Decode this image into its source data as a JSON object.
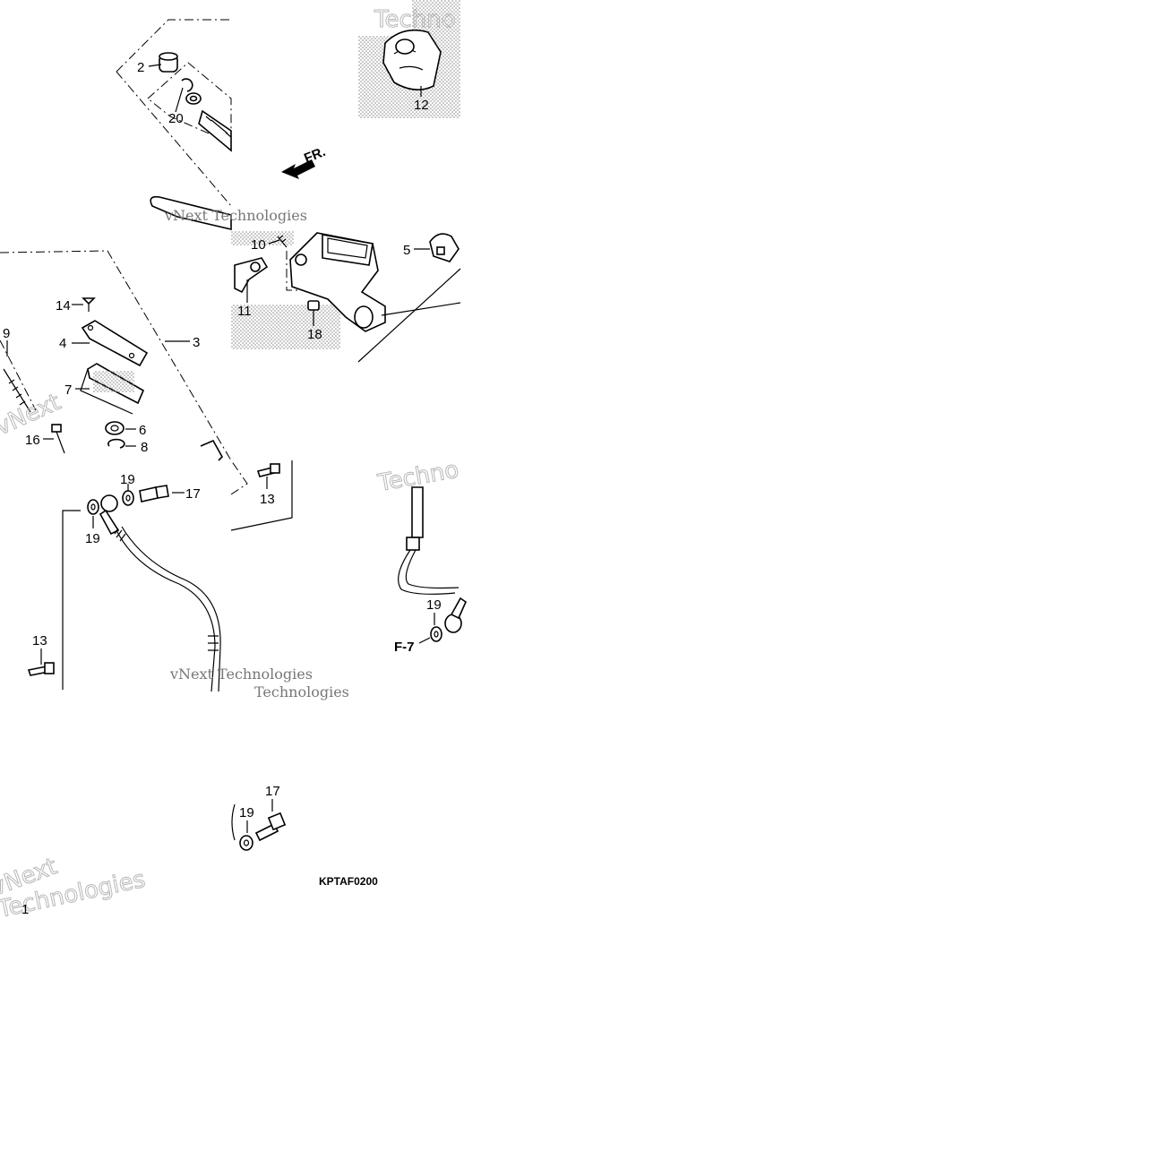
{
  "diagram": {
    "drawing_code": "KPTAF0200",
    "front_marker": "FR.",
    "figure_reference": "F-7",
    "callouts": [
      "1",
      "2",
      "3",
      "4",
      "5",
      "6",
      "7",
      "8",
      "9",
      "10",
      "11",
      "12",
      "13",
      "14",
      "16",
      "17",
      "18",
      "19",
      "20"
    ],
    "watermark_lines": [
      "vNext Technologies",
      "vNext",
      "Technologies",
      "Techno"
    ],
    "line_color": "#000000",
    "background_color": "#ffffff"
  }
}
